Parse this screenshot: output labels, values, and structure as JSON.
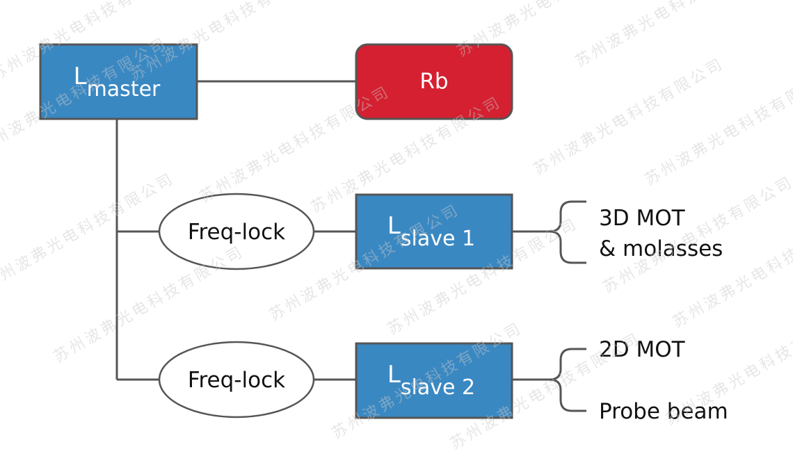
{
  "nodes": {
    "master": {
      "main": "L",
      "sub": "master"
    },
    "rb": {
      "label": "Rb"
    },
    "freq_lock_1": {
      "label": "Freq-lock"
    },
    "freq_lock_2": {
      "label": "Freq-lock"
    },
    "slave1": {
      "main": "L",
      "sub": "slave 1"
    },
    "slave2": {
      "main": "L",
      "sub": "slave 2"
    }
  },
  "outputs": {
    "slave1_line1": "3D MOT",
    "slave1_line2": "& molasses",
    "slave2_top": "2D MOT",
    "slave2_bottom": "Probe beam"
  },
  "watermark": {
    "text": "苏州波弗光电科技有限公司"
  },
  "colors": {
    "laser_box": "#3a88c2",
    "rb_box": "#d42030",
    "line": "#555555",
    "ellipse_fill": "#ffffff"
  }
}
